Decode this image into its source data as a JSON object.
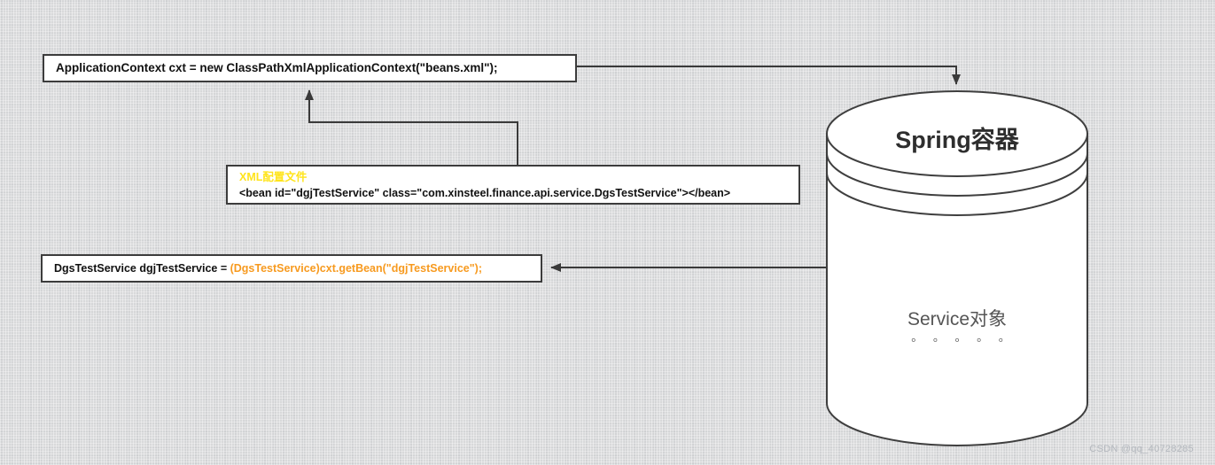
{
  "code_box_1": {
    "text": "ApplicationContext cxt = new ClassPathXmlApplicationContext(\"beans.xml\");"
  },
  "xml_box": {
    "title": "XML配置文件",
    "code": "<bean id=\"dgjTestService\" class=\"com.xinsteel.finance.api.service.DgsTestService\"></bean>"
  },
  "code_box_2": {
    "prefix": "DgsTestService dgjTestService = ",
    "highlight": "(DgsTestService)cxt.getBean(\"dgjTestService\");"
  },
  "cylinder": {
    "title": "Spring容器",
    "label": "Service对象",
    "dots": "。 。 。 。 。"
  },
  "watermark": "CSDN @qq_40728285",
  "colors": {
    "highlight_orange": "#f79a1f",
    "xml_title_yellow": "#ffe41c",
    "line_dark": "#3a3a3a",
    "background_gray": "#d8d9da"
  }
}
